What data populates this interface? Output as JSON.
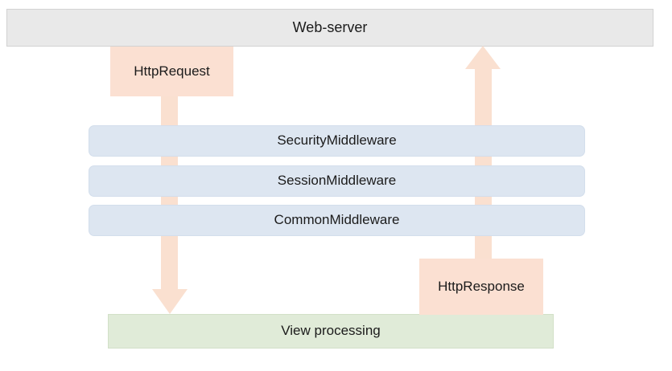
{
  "diagram": {
    "title_region": {
      "label": "Web-server",
      "color": "#e9e9e9"
    },
    "middleware": {
      "color": "#dde6f1",
      "items": [
        {
          "label": "SecurityMiddleware"
        },
        {
          "label": "SessionMiddleware"
        },
        {
          "label": "CommonMiddleware"
        }
      ]
    },
    "view": {
      "label": "View processing",
      "color": "#e0ebd8"
    },
    "flow": {
      "arrow_color": "#fae0d0",
      "request": {
        "label": "HttpRequest",
        "direction": "down"
      },
      "response": {
        "label": "HttpResponse",
        "direction": "up"
      }
    }
  }
}
